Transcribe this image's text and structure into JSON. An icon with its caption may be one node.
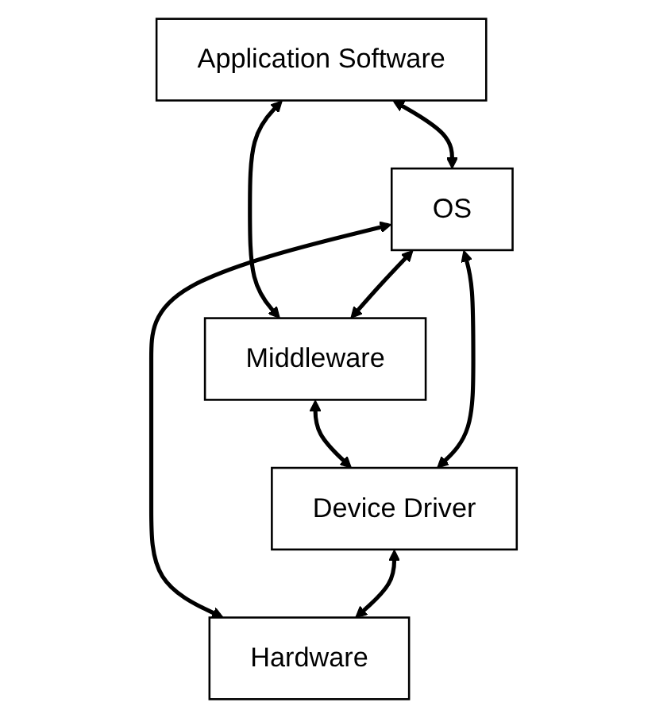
{
  "diagram": {
    "nodes": [
      {
        "text": [
          "Application Software"
        ]
      },
      {
        "text": [
          "OS"
        ]
      },
      {
        "text": [
          "Middleware"
        ]
      },
      {
        "text": [
          "Device Driver"
        ]
      },
      {
        "text": [
          "Hardware"
        ]
      }
    ],
    "edges": [
      {
        "from": 0,
        "to": 1,
        "arrow": "both"
      },
      {
        "from": 0,
        "to": 2,
        "arrow": "both"
      },
      {
        "from": 1,
        "to": 2,
        "arrow": "both"
      },
      {
        "from": 2,
        "to": 3,
        "arrow": "both"
      },
      {
        "from": 1,
        "to": 3,
        "arrow": "both"
      },
      {
        "from": 1,
        "to": 4,
        "arrow": "both"
      },
      {
        "from": 3,
        "to": 4,
        "arrow": "both"
      }
    ]
  }
}
